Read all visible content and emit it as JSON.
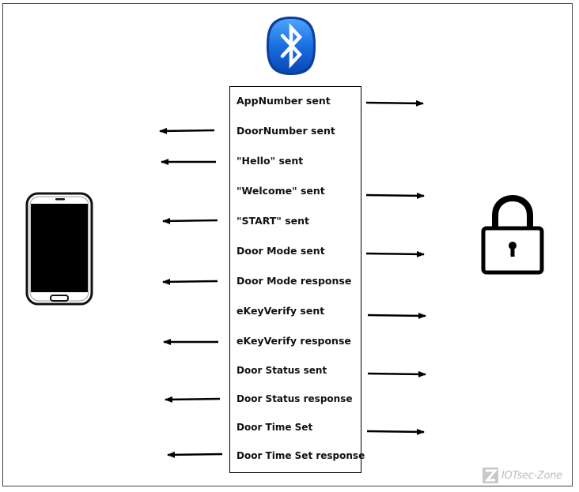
{
  "messages": [
    {
      "label": "AppNumber sent",
      "direction": "to-lock"
    },
    {
      "label": "DoorNumber sent",
      "direction": "to-phone"
    },
    {
      "label": "\"Hello\" sent",
      "direction": "to-phone"
    },
    {
      "label": "\"Welcome\" sent",
      "direction": "to-lock"
    },
    {
      "label": "\"START\" sent",
      "direction": "to-phone"
    },
    {
      "label": "Door Mode sent",
      "direction": "to-lock"
    },
    {
      "label": "Door Mode response",
      "direction": "to-phone"
    },
    {
      "label": "eKeyVerify sent",
      "direction": "to-lock"
    },
    {
      "label": "eKeyVerify response",
      "direction": "to-phone"
    },
    {
      "label": "Door Status sent",
      "direction": "to-lock"
    },
    {
      "label": "Door Status response",
      "direction": "to-phone"
    },
    {
      "label": "Door Time Set",
      "direction": "to-lock"
    },
    {
      "label": "Door Time Set response",
      "direction": "to-phone"
    }
  ],
  "watermark": {
    "text": "IOTsec-Zone",
    "icon": "z-logo-icon"
  },
  "icons": {
    "top": "bluetooth-icon",
    "left": "smartphone-icon",
    "right": "padlock-icon"
  },
  "colors": {
    "bluetooth_blue": "#1a6fe0",
    "arrow": "#000000",
    "watermark_gray": "#bdbdbd"
  }
}
